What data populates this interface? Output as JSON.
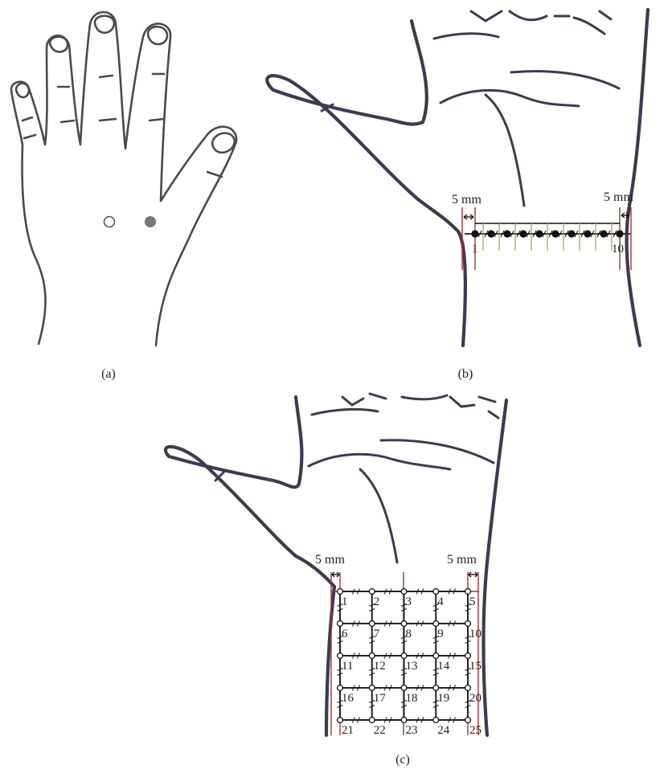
{
  "panels": {
    "a": {
      "caption": "(a)"
    },
    "b": {
      "caption": "(b)",
      "dim_left": "5 mm",
      "dim_right": "5 mm",
      "point_first_label": "1",
      "point_last_label": "10",
      "point_count": 10
    },
    "c": {
      "caption": "(c)",
      "dim_left": "5 mm",
      "dim_right": "5 mm",
      "grid_rows": 5,
      "grid_cols": 5,
      "point_labels": [
        "1",
        "2",
        "3",
        "4",
        "5",
        "6",
        "7",
        "8",
        "9",
        "10",
        "11",
        "12",
        "13",
        "14",
        "15",
        "16",
        "17",
        "18",
        "19",
        "20",
        "21",
        "22",
        "23",
        "24",
        "25"
      ]
    }
  },
  "colors": {
    "ink": "#4a4a4a",
    "arm_outline": "#3e3a52",
    "boundary_red": "#a7312e",
    "tick_green": "#86b04a",
    "point_black": "#111111"
  }
}
